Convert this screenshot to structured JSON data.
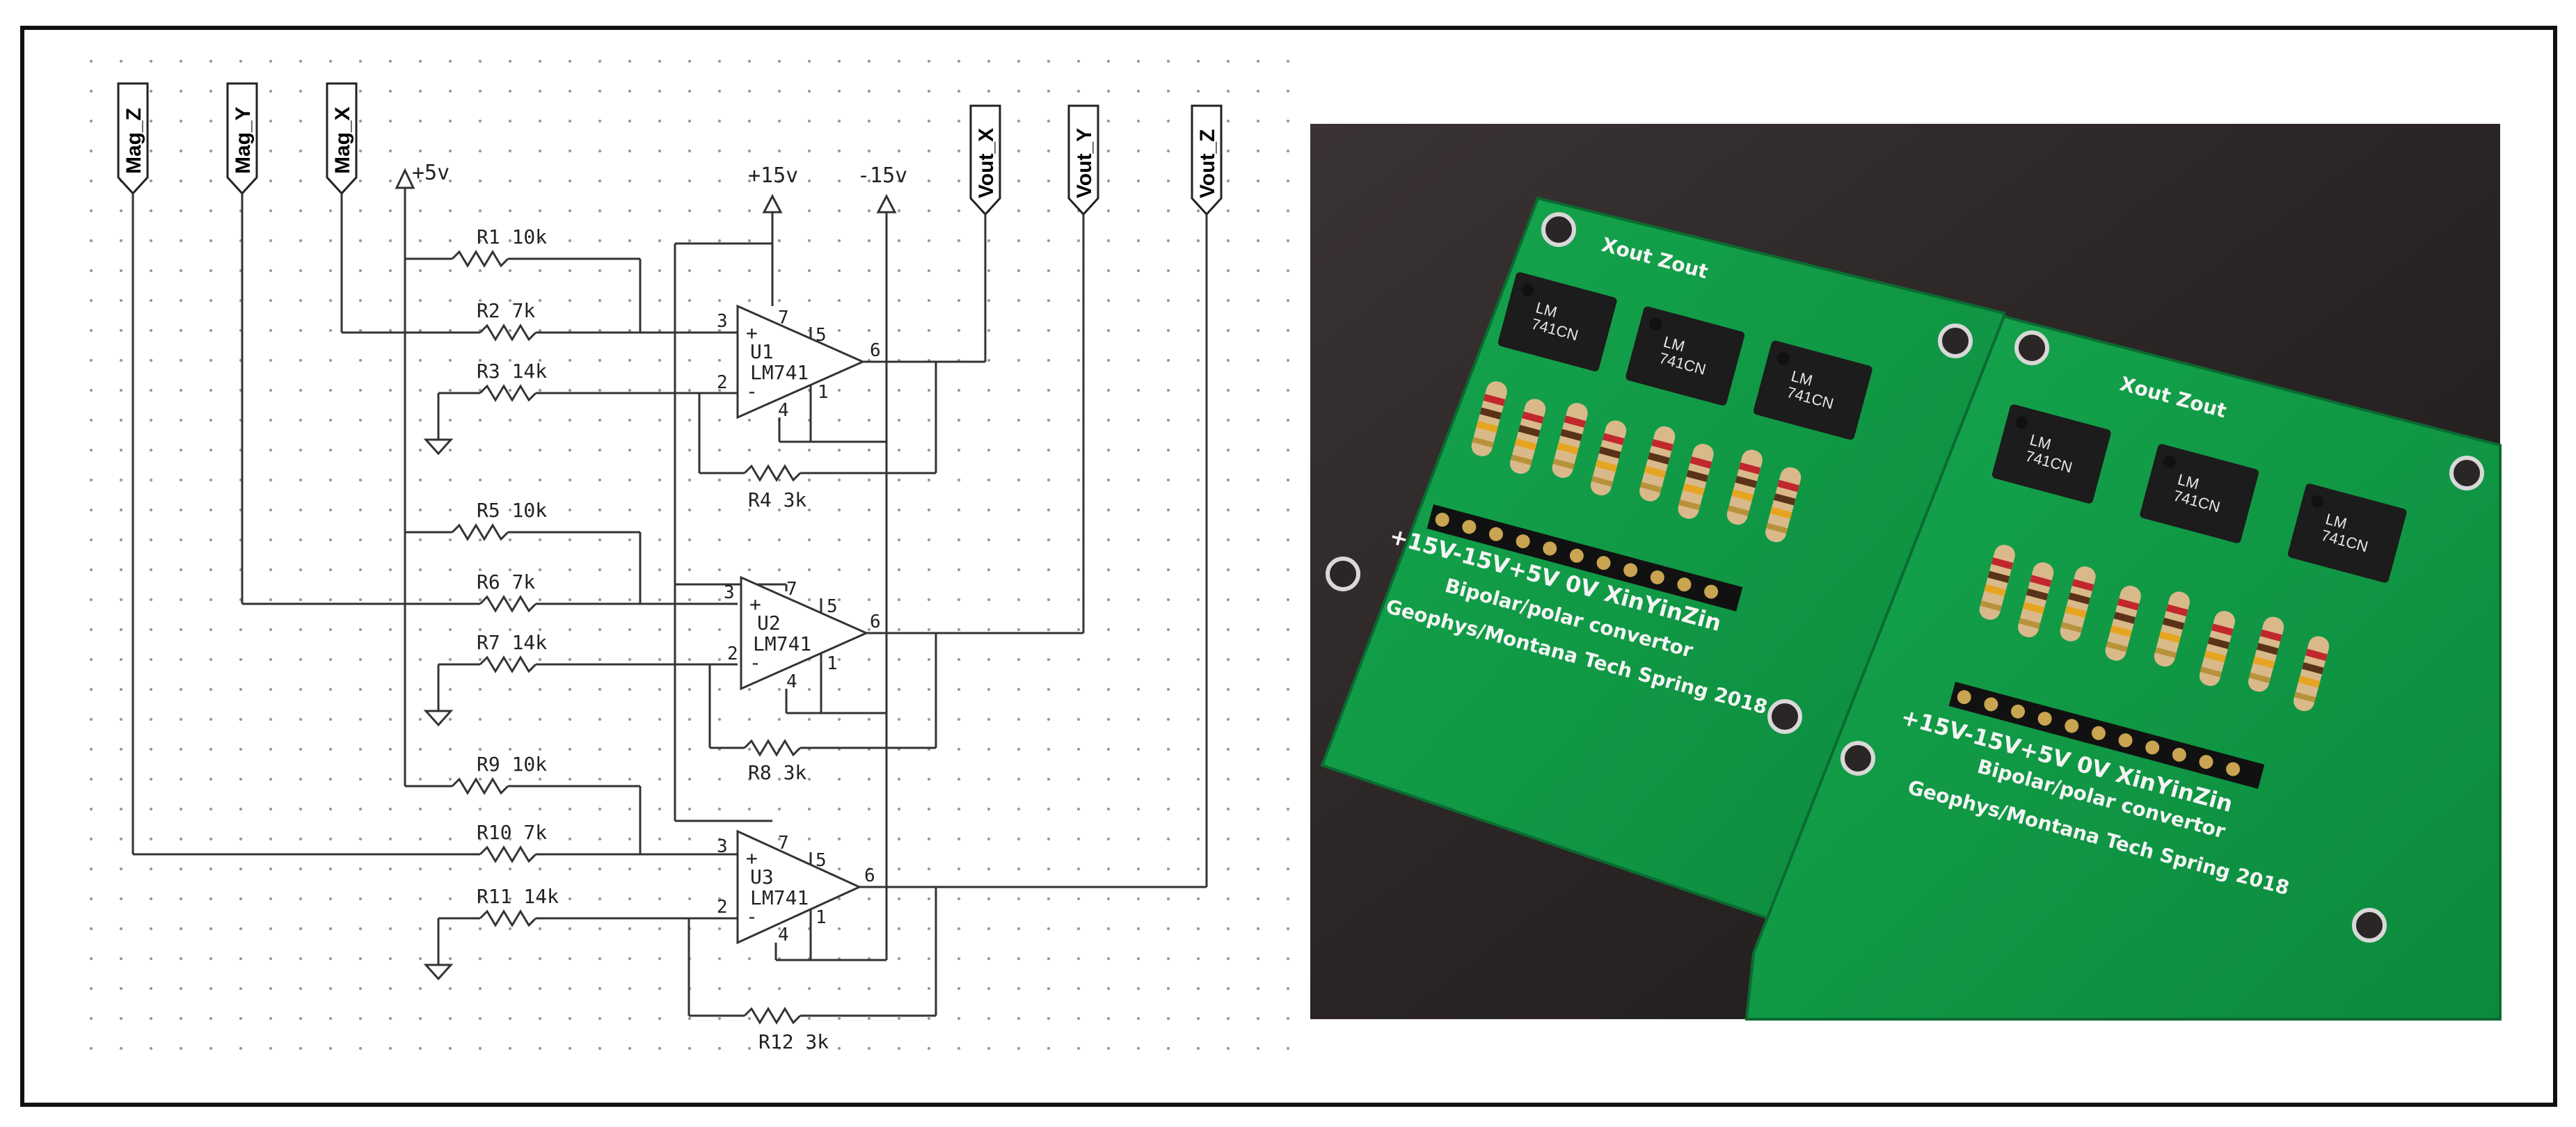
{
  "schematic": {
    "ports_in": [
      "Mag_Z",
      "Mag_Y",
      "Mag_X"
    ],
    "ports_out": [
      "Vout_X",
      "Vout_Y",
      "Vout_Z"
    ],
    "supply_pos5": "+5v",
    "supply_pos15": "+15v",
    "supply_neg15": "-15v",
    "resistors": {
      "r1": "R1 10k",
      "r2": "R2 7k",
      "r3": "R3 14k",
      "r4": "R4 3k",
      "r5": "R5 10k",
      "r6": "R6 7k",
      "r7": "R7 14k",
      "r8": "R8 3k",
      "r9": "R9 10k",
      "r10": "R10 7k",
      "r11": "R11 14k",
      "r12": "R12 3k"
    },
    "opamps": [
      {
        "ref": "U1",
        "part": "LM741"
      },
      {
        "ref": "U2",
        "part": "LM741"
      },
      {
        "ref": "U3",
        "part": "LM741"
      }
    ],
    "pins": {
      "p3": "3",
      "p2": "2",
      "p7": "7",
      "p5": "5",
      "p4": "4",
      "p6": "6",
      "p1": "1",
      "plus": "+",
      "minus": "-"
    }
  },
  "photo": {
    "left_board": {
      "header_labels": "+15V-15V+5V   0V   XinYinZin",
      "title": "Bipolar/polar convertor",
      "credit": "Geophys/Montana Tech Spring 2018",
      "top_label": "Xout  Zout",
      "chip1": "LM\n741CN",
      "chip2": "LM\n741CN",
      "chip3": "LM\n741CN"
    },
    "right_board": {
      "header_labels": "+15V-15V+5V   0V   XinYinZin",
      "title": "Bipolar/polar convertor",
      "credit": "Geophys/Montana Tech Spring 2018",
      "top_label": "Xout  Zout",
      "chip1": "LM\n741CN",
      "chip2": "LM\n741CN",
      "chip3": "LM\n741CN"
    }
  },
  "colors": {
    "pcb_green": "#0f9a45",
    "table_dark": "#2b2626",
    "wire": "#333333"
  }
}
